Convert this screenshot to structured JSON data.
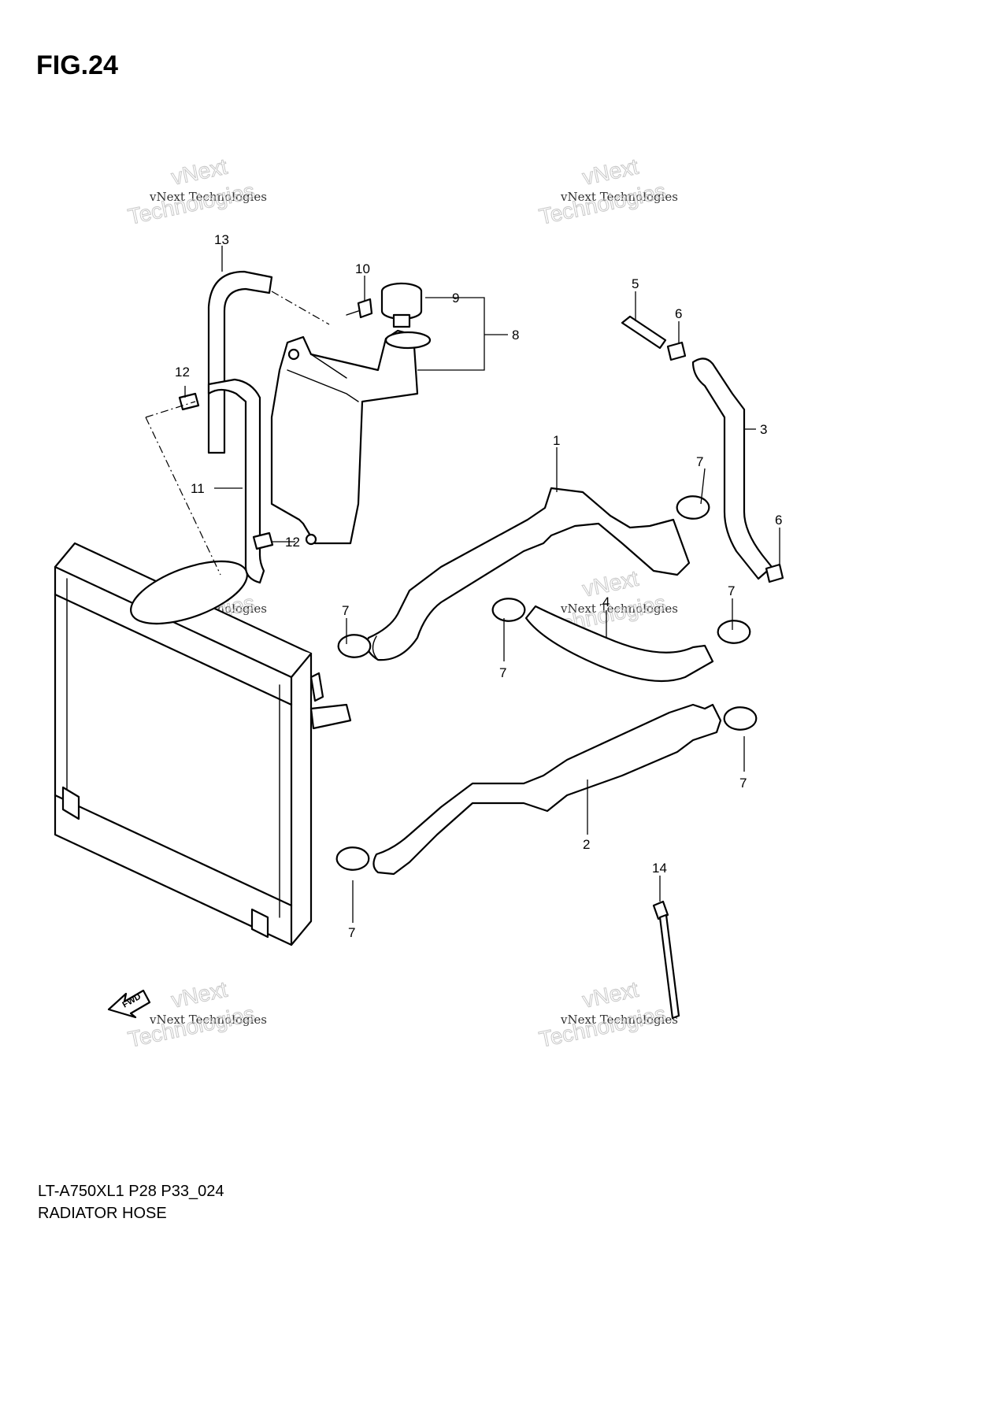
{
  "figure": {
    "title": "FIG.24",
    "code": "LT-A750XL1 P28 P33_024",
    "name": "RADIATOR HOSE"
  },
  "watermark": {
    "line1": "vNext Technologies",
    "line2": "vNext",
    "line3": "Technologies"
  },
  "direction_marker": {
    "label": "FWD"
  },
  "callouts": {
    "c1": "1",
    "c2": "2",
    "c3": "3",
    "c4": "4",
    "c5": "5",
    "c6a": "6",
    "c6b": "6",
    "c7a": "7",
    "c7b": "7",
    "c7c": "7",
    "c7d": "7",
    "c7e": "7",
    "c7f": "7",
    "c8": "8",
    "c9": "9",
    "c10": "10",
    "c11": "11",
    "c12a": "12",
    "c12b": "12",
    "c13": "13",
    "c14": "14"
  }
}
